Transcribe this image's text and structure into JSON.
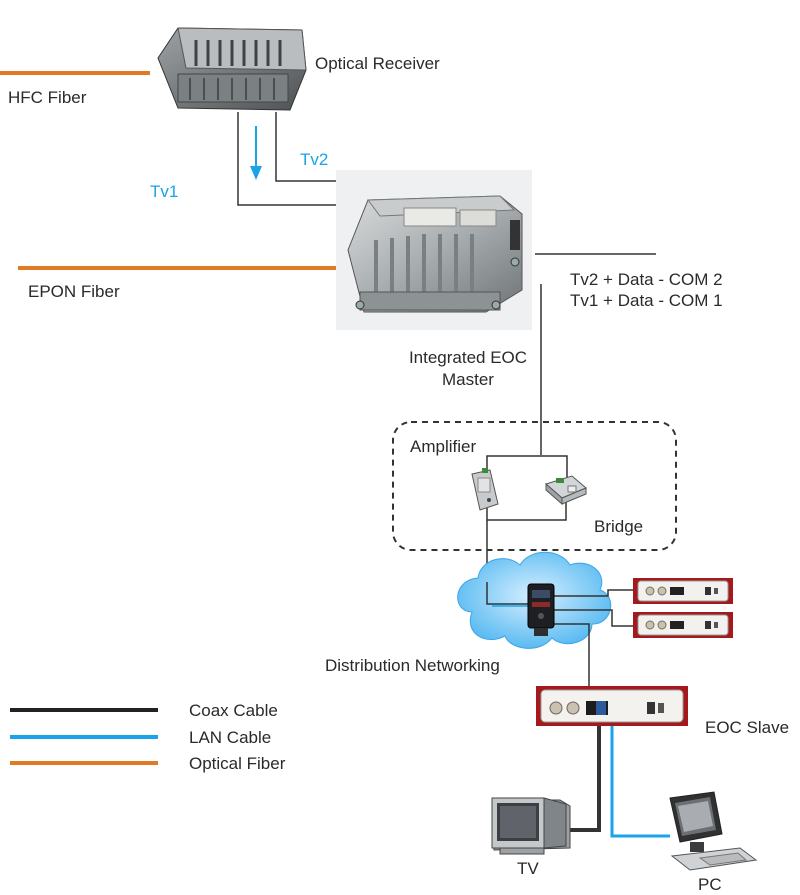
{
  "diagram": {
    "labels": {
      "optical_receiver": "Optical Receiver",
      "hfc_fiber": "HFC Fiber",
      "tv1": "Tv1",
      "tv2": "Tv2",
      "epon_fiber": "EPON Fiber",
      "com2": "Tv2 + Data - COM 2",
      "com1": "Tv1 + Data - COM 1",
      "eoc_master_line1": "Integrated EOC",
      "eoc_master_line2": "Master",
      "amplifier": "Amplifier",
      "bridge": "Bridge",
      "distribution_networking": "Distribution Networking",
      "eoc_slave": "EOC Slave",
      "tv": "TV",
      "pc": "PC"
    },
    "legend": [
      {
        "label": "Coax Cable",
        "color": "#222222"
      },
      {
        "label": "LAN Cable",
        "color": "#1aa3e8"
      },
      {
        "label": "Optical Fiber",
        "color": "#e07a23"
      }
    ]
  }
}
